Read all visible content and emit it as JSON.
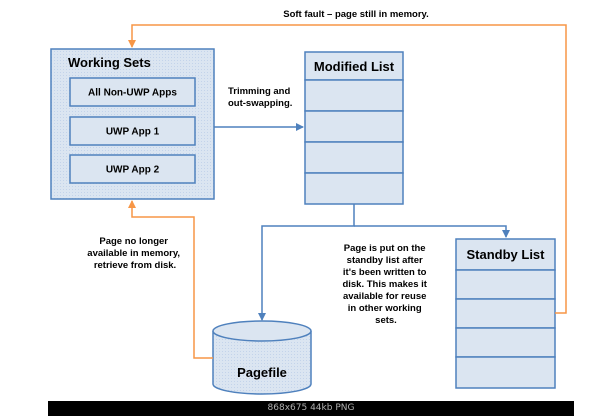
{
  "colors": {
    "box_fill": "#dbe5f1",
    "box_border": "#4f81bd",
    "arrow_blue": "#4f81bd",
    "arrow_orange": "#f79646"
  },
  "diagram": {
    "working_sets": {
      "title": "Working Sets",
      "items": [
        "All Non-UWP Apps",
        "UWP App 1",
        "UWP App 2"
      ]
    },
    "modified_list": {
      "title": "Modified List"
    },
    "standby_list": {
      "title": "Standby List"
    },
    "pagefile": {
      "title": "Pagefile"
    },
    "annotations": {
      "soft_fault": "Soft fault – page still in memory.",
      "trimming": [
        "Trimming and",
        "out-swapping."
      ],
      "retrieve": [
        "Page no longer",
        "available in memory,",
        "retrieve from disk."
      ],
      "standby": [
        "Page is put on the",
        "standby list after",
        "it's been written to",
        "disk. This makes it",
        "available for reuse",
        "in other working",
        "sets."
      ]
    }
  },
  "footer": {
    "info": "868x675 44kb PNG"
  }
}
